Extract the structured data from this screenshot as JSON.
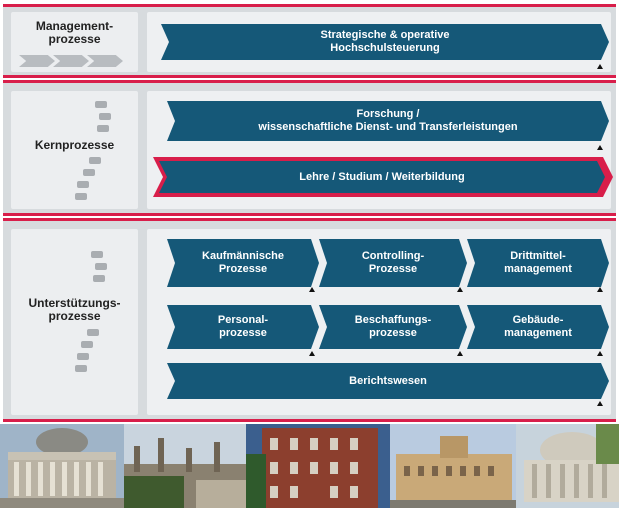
{
  "management": {
    "label": "Management-\nprozesse",
    "process": "Strategische & operative\nHochschulsteuerung"
  },
  "core": {
    "label": "Kernprozesse",
    "research": "Forschung /\nwissenschaftliche Dienst- und Transferleistungen",
    "teaching": "Lehre / Studium / Weiterbildung"
  },
  "support": {
    "label": "Unterstützungs-\nprozesse",
    "items": [
      "Kaufmännische\nProzesse",
      "Controlling-\nProzesse",
      "Drittmittel-\nmanagement",
      "Personal-\nprozesse",
      "Beschaffungs-\nprozesse",
      "Gebäude-\nmanagement"
    ],
    "reporting": "Berichtswesen"
  },
  "colors": {
    "accent_red": "#d81e4a",
    "process_blue": "#155878",
    "band_gray": "#d7dbde"
  }
}
